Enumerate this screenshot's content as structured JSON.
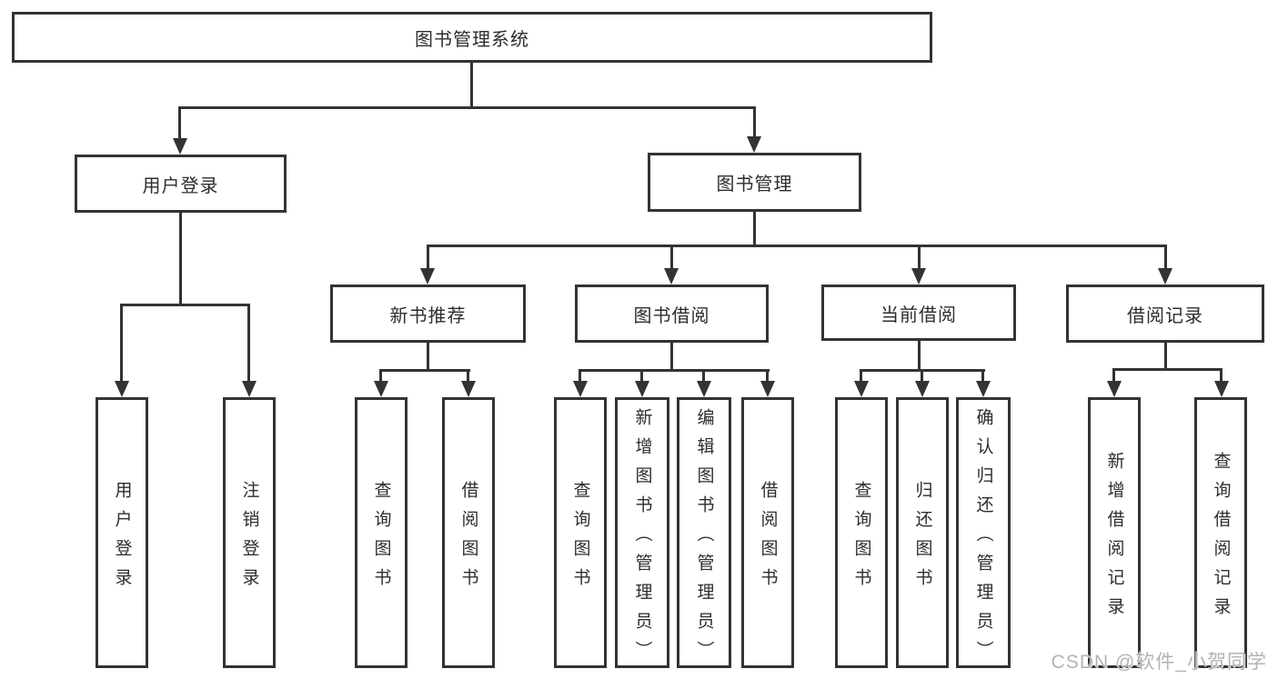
{
  "tree": {
    "root": {
      "label": "图书管理系统"
    },
    "children": [
      {
        "label": "用户登录",
        "children": [
          {
            "label": "用户登录"
          },
          {
            "label": "注销登录"
          }
        ]
      },
      {
        "label": "图书管理",
        "children": [
          {
            "label": "新书推荐",
            "children": [
              {
                "label": "查询图书"
              },
              {
                "label": "借阅图书"
              }
            ]
          },
          {
            "label": "图书借阅",
            "children": [
              {
                "label": "查询图书"
              },
              {
                "label": "新增图书（管理员）"
              },
              {
                "label": "编辑图书（管理员）"
              },
              {
                "label": "借阅图书"
              }
            ]
          },
          {
            "label": "当前借阅",
            "children": [
              {
                "label": "查询图书"
              },
              {
                "label": "归还图书"
              },
              {
                "label": "确认归还（管理员）"
              }
            ]
          },
          {
            "label": "借阅记录",
            "children": [
              {
                "label": "新增借阅记录"
              },
              {
                "label": "查询借阅记录"
              }
            ]
          }
        ]
      }
    ]
  },
  "watermark": {
    "text": "CSDN @软件_小贺同学"
  },
  "colors": {
    "line": "#333333",
    "text": "#2d2d2d",
    "background": "#ffffff",
    "watermark": "#b3b3b3"
  }
}
